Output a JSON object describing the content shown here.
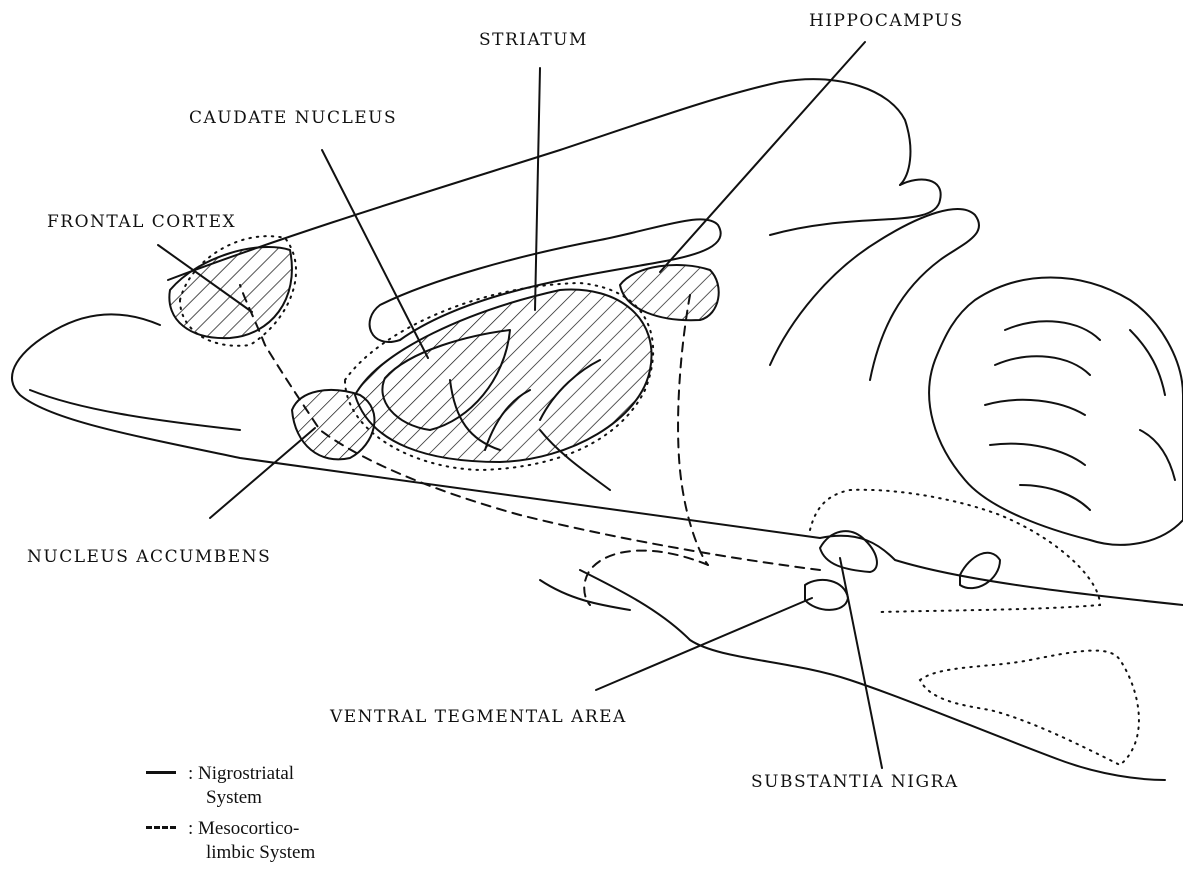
{
  "labels": {
    "striatum": "STRIATUM",
    "hippocampus": "HIPPOCAMPUS",
    "caudate_nucleus": "CAUDATE NUCLEUS",
    "frontal_cortex": "FRONTAL CORTEX",
    "nucleus_accumbens": "NUCLEUS ACCUMBENS",
    "ventral_tegmental_area": "VENTRAL TEGMENTAL AREA",
    "substantia_nigra": "SUBSTANTIA NIGRA"
  },
  "legend": {
    "nigrostriatal": {
      "line1": ": Nigrostriatal",
      "line2": "System"
    },
    "mesocorticolimbic": {
      "line1": ": Mesocortico-",
      "line2": "limbic System"
    }
  },
  "colors": {
    "ink": "#111111",
    "background": "#ffffff"
  }
}
